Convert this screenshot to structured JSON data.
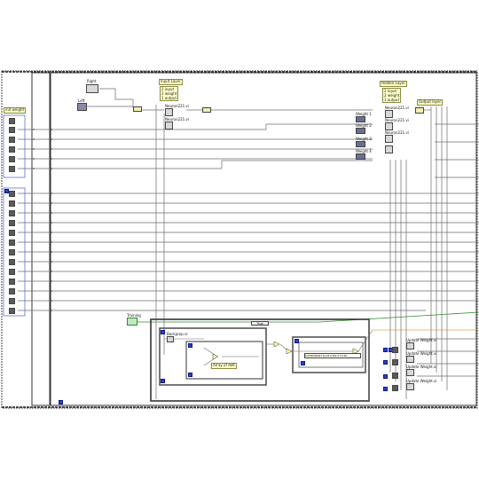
{
  "labels": {
    "right": "Right",
    "left": "Left",
    "init_weight": "init weight",
    "input_layer_title": "Input Layer",
    "hidden_layer_title": "Hidden Layer",
    "output_layer_title": "Output layer",
    "training": "Training",
    "true_case": "True",
    "neuron_input_1": "Neuron221.vi",
    "neuron_input_2": "Neuron221.vi",
    "neuron_hidden_1": "Neuron221.vi",
    "neuron_hidden_2": "Neuron221.vi",
    "neuron_hidden_3": "Neuron221.vi",
    "weight_1": "Weight 1",
    "weight_2": "Weight 2",
    "weight_3": "Weight 3",
    "weight_4": "Weight 4",
    "update_weight_1": "Update Weight.vi",
    "update_weight_2": "Update Weight.vi",
    "update_weight_3": "Update Weight.vi",
    "update_weight_4": "Update Weight.vi",
    "backprop": "Backprop.vi",
    "array_of_delt": "Array of delt",
    "constant": "0.0000000007 3e-05 0.002 0.5 0.00"
  },
  "input_layer_lines": [
    "2 input",
    "2 weight",
    "1 output"
  ],
  "hidden_layer_lines": [
    "2 input",
    "2 weight",
    "1 output"
  ],
  "counts": {
    "one": "1",
    "n": "N",
    "i": "i"
  },
  "colors": {
    "wire_gray": "#7a7a7a",
    "wire_green": "#2e8b2e",
    "wire_orange": "#d07a00",
    "terminal_blue": "#2b3fd6",
    "comment_yellow": "#ffffc8"
  }
}
